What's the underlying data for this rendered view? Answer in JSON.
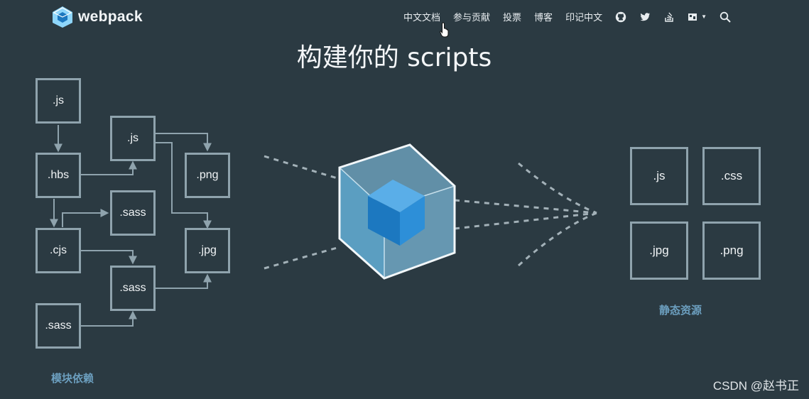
{
  "header": {
    "brand": "webpack",
    "nav": [
      "中文文档",
      "参与贡献",
      "投票",
      "博客",
      "印记中文"
    ],
    "icons": [
      "github-icon",
      "twitter-icon",
      "stackoverflow-icon",
      "language-icon",
      "search-icon"
    ]
  },
  "title": "构建你的 scripts",
  "modules": {
    "caption": "模块依赖",
    "boxes": [
      ".js",
      ".hbs",
      ".cjs",
      ".sass",
      ".js",
      ".sass",
      ".sass",
      ".png",
      ".jpg"
    ]
  },
  "assets": {
    "caption": "静态资源",
    "boxes": [
      ".js",
      ".css",
      ".jpg",
      ".png"
    ]
  },
  "watermark": "CSDN @赵书正",
  "colors": {
    "background": "#2b3a42",
    "box_border": "#8fa3ad",
    "cube_light": "#8ed6fb",
    "cube_dark": "#1c78c0",
    "caption": "#6c9fbf"
  }
}
